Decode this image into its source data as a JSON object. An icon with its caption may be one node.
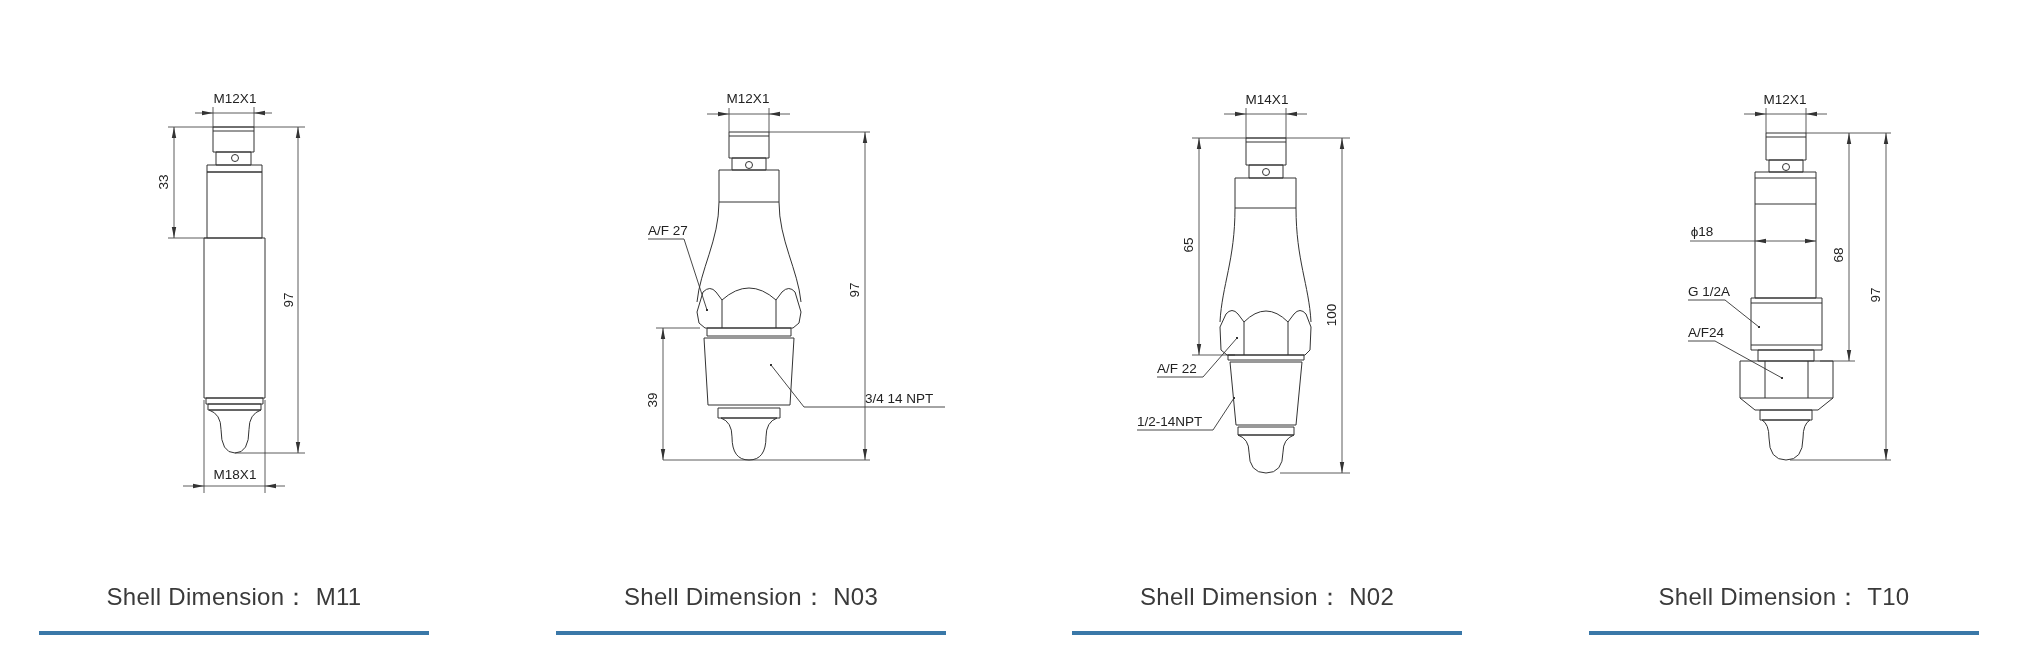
{
  "diagram": {
    "nodes": [
      {
        "text": [
          "A/F 27"
        ]
      },
      {
        "text": [
          "3/4 14 NPT"
        ]
      },
      {
        "text": [
          "A/F 22"
        ]
      },
      {
        "text": [
          "1/2-14NPT"
        ]
      },
      {
        "text": [
          "G 1/2A"
        ]
      },
      {
        "text": [
          "A/F24"
        ]
      },
      {
        "text": [],
        "shape": "picture"
      },
      {
        "text": [],
        "shape": "box"
      },
      {
        "text": [],
        "shape": "picture"
      },
      {
        "text": [],
        "shape": "box"
      },
      {
        "text": [],
        "shape": "picture"
      },
      {
        "text": [],
        "shape": "picture"
      }
    ],
    "edges": [
      {
        "from": 0,
        "to": 6,
        "arrow": "other"
      },
      {
        "from": 1,
        "to": 7,
        "arrow": "other"
      },
      {
        "from": 2,
        "to": 8,
        "arrow": "other"
      },
      {
        "from": 3,
        "to": 9,
        "arrow": "other"
      },
      {
        "from": 4,
        "to": 10,
        "arrow": "other"
      },
      {
        "from": 5,
        "to": 11,
        "arrow": "other"
      }
    ],
    "labels": [
      "M12X1",
      "33",
      "97",
      "M18X1",
      "M12X1",
      "97",
      "39",
      "M14X1",
      "65",
      "100",
      "M12X1",
      "ϕ18",
      "68",
      "97",
      "Shell Dimension： M11",
      "Shell Dimension： N03",
      "Shell Dimension： N02",
      "Shell Dimension： T10"
    ]
  }
}
